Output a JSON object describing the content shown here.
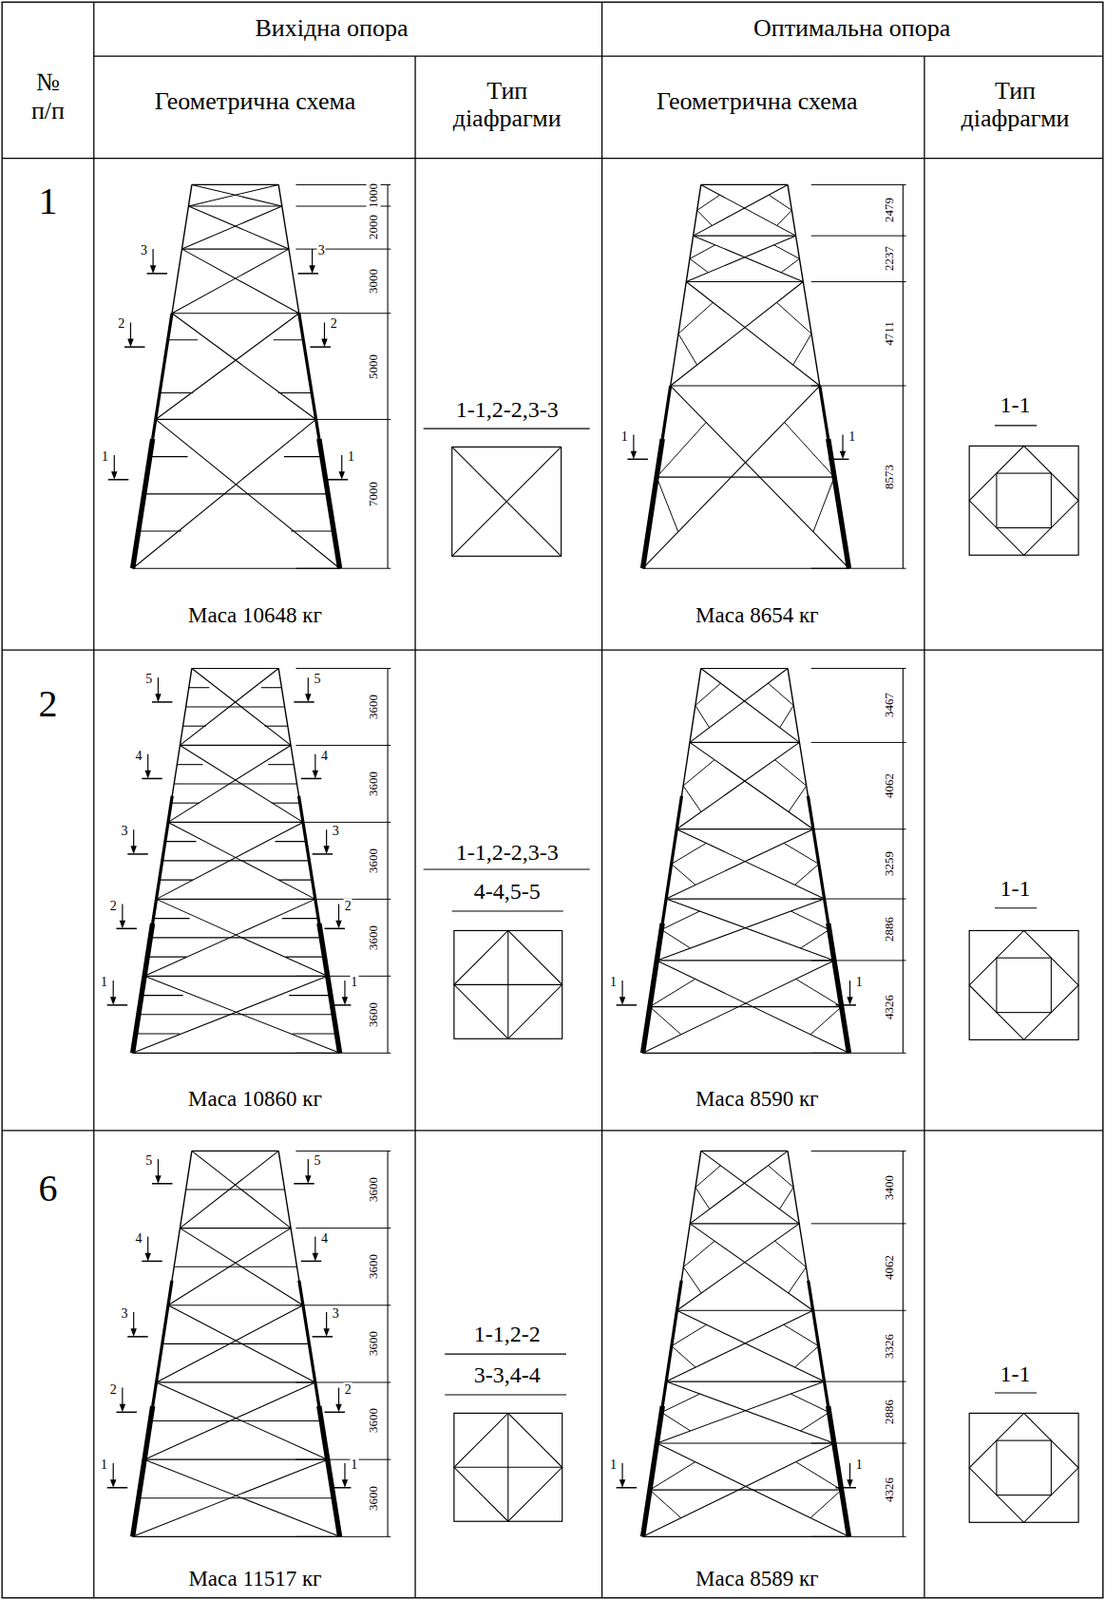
{
  "diagram": {
    "labels": [
      "№ п/п",
      "Вихідна опора",
      "Оптимальна опора",
      "Геометрична схема",
      "Тип діафрагми",
      "Геометрична схема",
      "Тип діафрагми",
      "1",
      "3",
      "3",
      "2",
      "2",
      "1",
      "1",
      "1000",
      "2000",
      "3000",
      "5000",
      "7000",
      "Маса 10648 кг",
      "1-1,2-2,3-3",
      "1",
      "1",
      "2479",
      "2237",
      "4711",
      "8573",
      "Маса 8654 кг",
      "1-1",
      "2",
      "5",
      "5",
      "4",
      "4",
      "3",
      "3",
      "2",
      "2",
      "1",
      "1",
      "3600",
      "3600",
      "3600",
      "3600",
      "3600",
      "Маса 10860 кг",
      "1-1,2-2,3-3",
      "4-4,5-5",
      "1",
      "1",
      "3467",
      "4062",
      "3259",
      "2886",
      "4326",
      "Маса 8590 кг",
      "1-1",
      "6",
      "5",
      "5",
      "4",
      "4",
      "3",
      "3",
      "2",
      "2",
      "1",
      "1",
      "3600",
      "3600",
      "3600",
      "3600",
      "3600",
      "Маса 11517 кг",
      "1-1,2-2",
      "3-3,4-4",
      "1",
      "1",
      "3400",
      "4062",
      "3326",
      "2886",
      "4326",
      "Маса 8589 кг",
      "1-1"
    ]
  }
}
